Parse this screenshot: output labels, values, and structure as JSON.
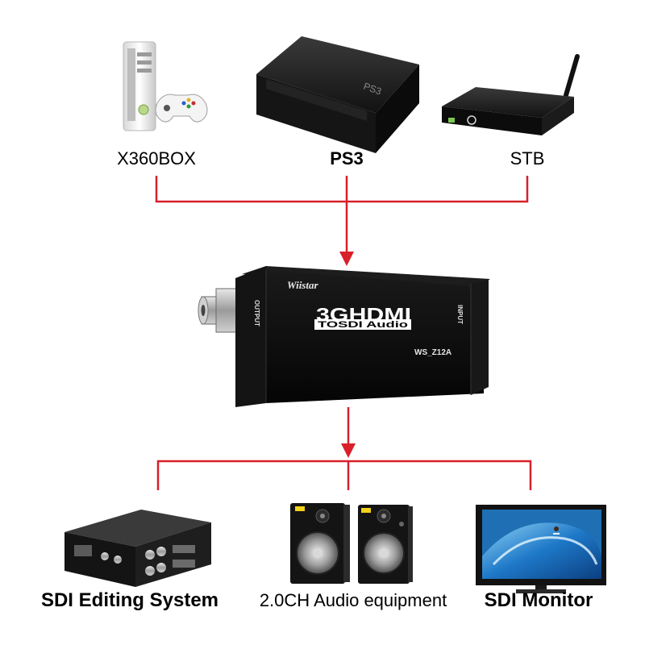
{
  "sources": [
    {
      "label": "X360BOX",
      "icon": "xbox360-console-icon"
    },
    {
      "label": "PS3",
      "icon": "ps3-console-icon"
    },
    {
      "label": "STB",
      "icon": "set-top-box-icon"
    }
  ],
  "converter": {
    "brand": "Wiistar",
    "title": "3GHDMI",
    "subtitle": "TOSDI Audio",
    "model": "WS_Z12A",
    "output_port": "OUTPUT",
    "input_port": "INPUT"
  },
  "outputs": [
    {
      "label": "SDI Editing System",
      "icon": "sdi-editing-system-icon"
    },
    {
      "label": "2.0CH Audio equipment",
      "icon": "speakers-icon"
    },
    {
      "label": "SDI Monitor",
      "icon": "monitor-icon"
    }
  ],
  "colors": {
    "connector": "#d8202a",
    "device": "#1c1c1c",
    "screen": "#1f6fb5"
  }
}
